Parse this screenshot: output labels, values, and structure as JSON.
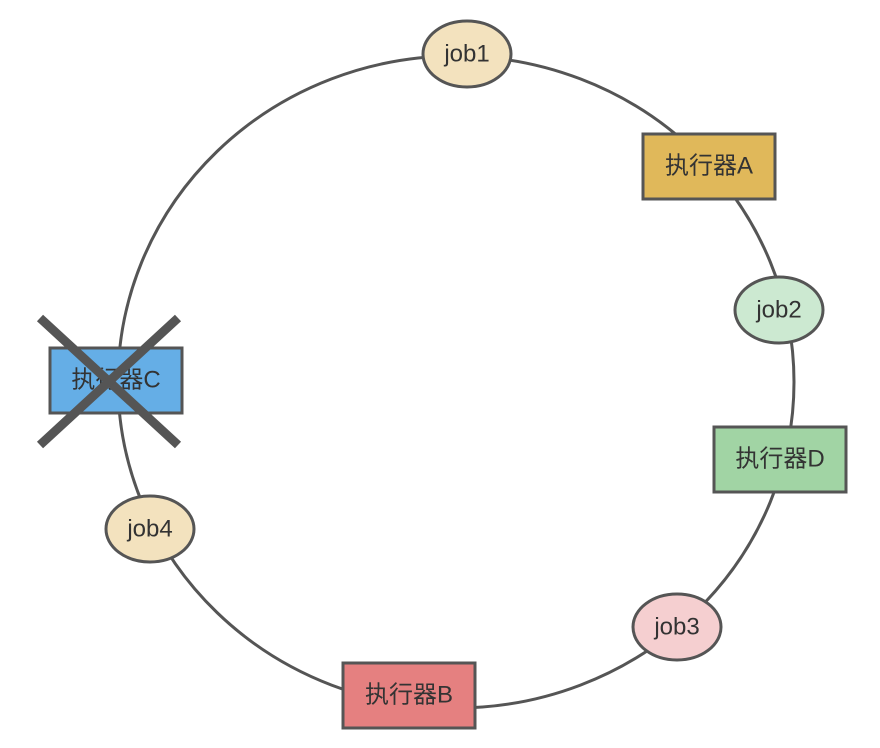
{
  "diagram": {
    "executors": {
      "a": {
        "label": "执行器A",
        "color": "#E0B85A"
      },
      "b": {
        "label": "执行器B",
        "color": "#E58080"
      },
      "c": {
        "label": "执行器C",
        "color": "#65AEE6",
        "status": "offline"
      },
      "d": {
        "label": "执行器D",
        "color": "#A1D4A4"
      }
    },
    "jobs": {
      "job1": {
        "label": "job1",
        "color": "#F3E2BE"
      },
      "job2": {
        "label": "job2",
        "color": "#CCE9D1"
      },
      "job3": {
        "label": "job3",
        "color": "#F5CFD0"
      },
      "job4": {
        "label": "job4",
        "color": "#F3E2BE"
      }
    },
    "ring_color": "#555555",
    "cross_icon": "x-mark"
  }
}
